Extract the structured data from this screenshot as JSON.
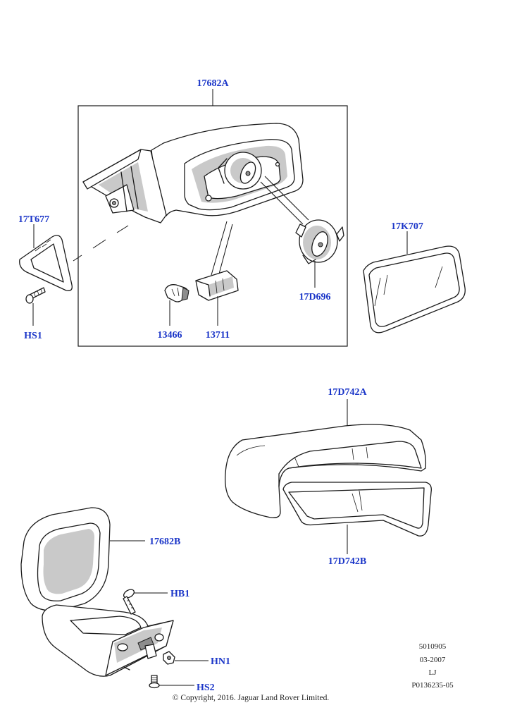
{
  "colors": {
    "callout": "#1a35c8",
    "line": "#1a1a1a",
    "shade": "#c9c9c9"
  },
  "callouts": {
    "assembly_upper": "17682A",
    "gasket": "17T677",
    "screw_hs1": "HS1",
    "bulb": "13466",
    "lamp": "13711",
    "motor": "17D696",
    "glass": "17K707",
    "cover": "17D742A",
    "trim": "17D742B",
    "assembly_lower": "17682B",
    "bolt_hb1": "HB1",
    "nut_hn1": "HN1",
    "screw_hs2": "HS2"
  },
  "meta": {
    "line1": "5010905",
    "line2": "03-2007",
    "line3": "LJ",
    "line4": "P0136235-05"
  },
  "copyright": "© Copyright, 2016. Jaguar Land Rover Limited."
}
